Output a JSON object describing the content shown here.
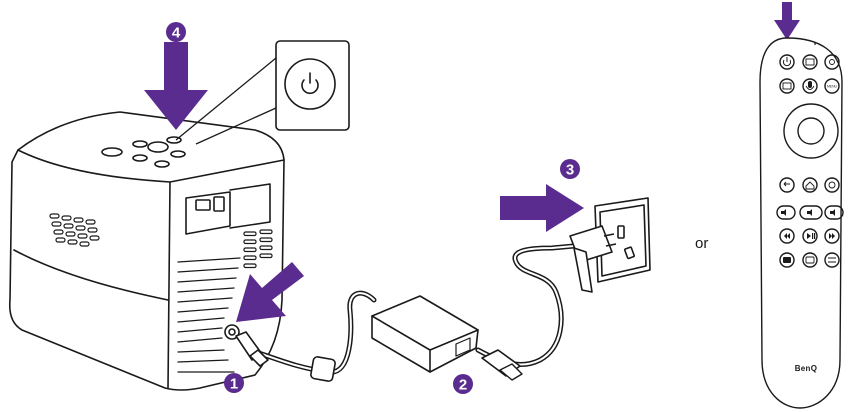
{
  "steps": [
    {
      "number": "1",
      "target": "dc-power-cable-to-projector"
    },
    {
      "number": "2",
      "target": "power-cord-to-adapter"
    },
    {
      "number": "3",
      "target": "plug-into-wall-outlet"
    },
    {
      "number": "4",
      "target": "press-power-button"
    }
  ],
  "separator_text": "or",
  "remote": {
    "brand_label": "BenQ",
    "menu_label": "MENU",
    "buttons": [
      "power",
      "input-source",
      "focus",
      "projector-settings",
      "voice",
      "menu",
      "back",
      "home",
      "settings",
      "mute",
      "volume-down",
      "volume-up",
      "rewind",
      "play-pause",
      "fast-forward",
      "app",
      "subtitle",
      "sound-mode"
    ]
  },
  "colors": {
    "accent_purple": "#5b2c8f",
    "badge_purple": "#5b2c8f",
    "line_art": "#1a1a1a"
  }
}
